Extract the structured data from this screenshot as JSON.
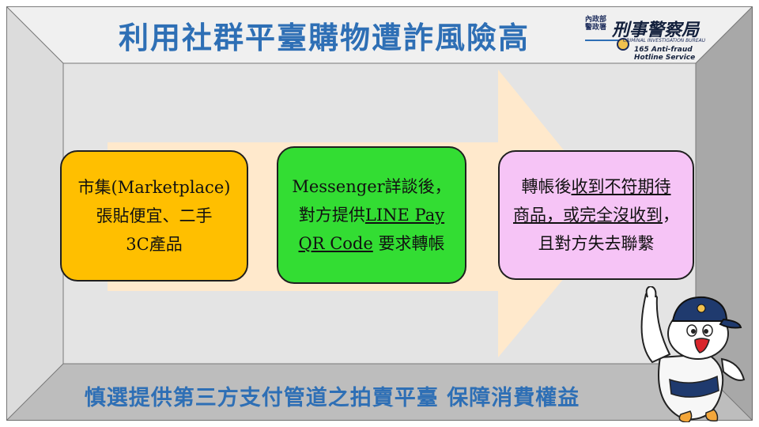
{
  "title": "利用社群平臺購物遭詐風險高",
  "logo": {
    "agency_small": "內政部警政署",
    "agency": "刑事警察局",
    "english": "CRIMINAL INVESTIGATION BUREAU",
    "hotline": "165 Anti-fraud Hotline Service"
  },
  "steps": [
    {
      "lines": [
        "市集(Marketplace)",
        "張貼便宜、二手",
        "3C產品"
      ],
      "color": "#ffbf00"
    },
    {
      "line1": "Messenger詳談後，",
      "line2a": "對方提供",
      "line2b": "LINE Pay",
      "line3a": "QR Code",
      "line3b": "要求轉帳",
      "color": "#33dd33"
    },
    {
      "line1a": "轉帳後",
      "line1b": "收到不符期待",
      "line2a": "商品，或完全沒收到",
      "line2b": "，",
      "line3": "且對方失去聯繫",
      "color": "#f6c4f6"
    }
  ],
  "footer": "慎選提供第三方支付管道之拍賣平臺 保障消費權益",
  "colors": {
    "title": "#2e6fb5",
    "arrow": "#ffe9cc",
    "frame": "#bdbdbd",
    "panel": "#e3e3e3"
  },
  "icons": [
    "mascot-icon",
    "police-emblem-icon"
  ]
}
